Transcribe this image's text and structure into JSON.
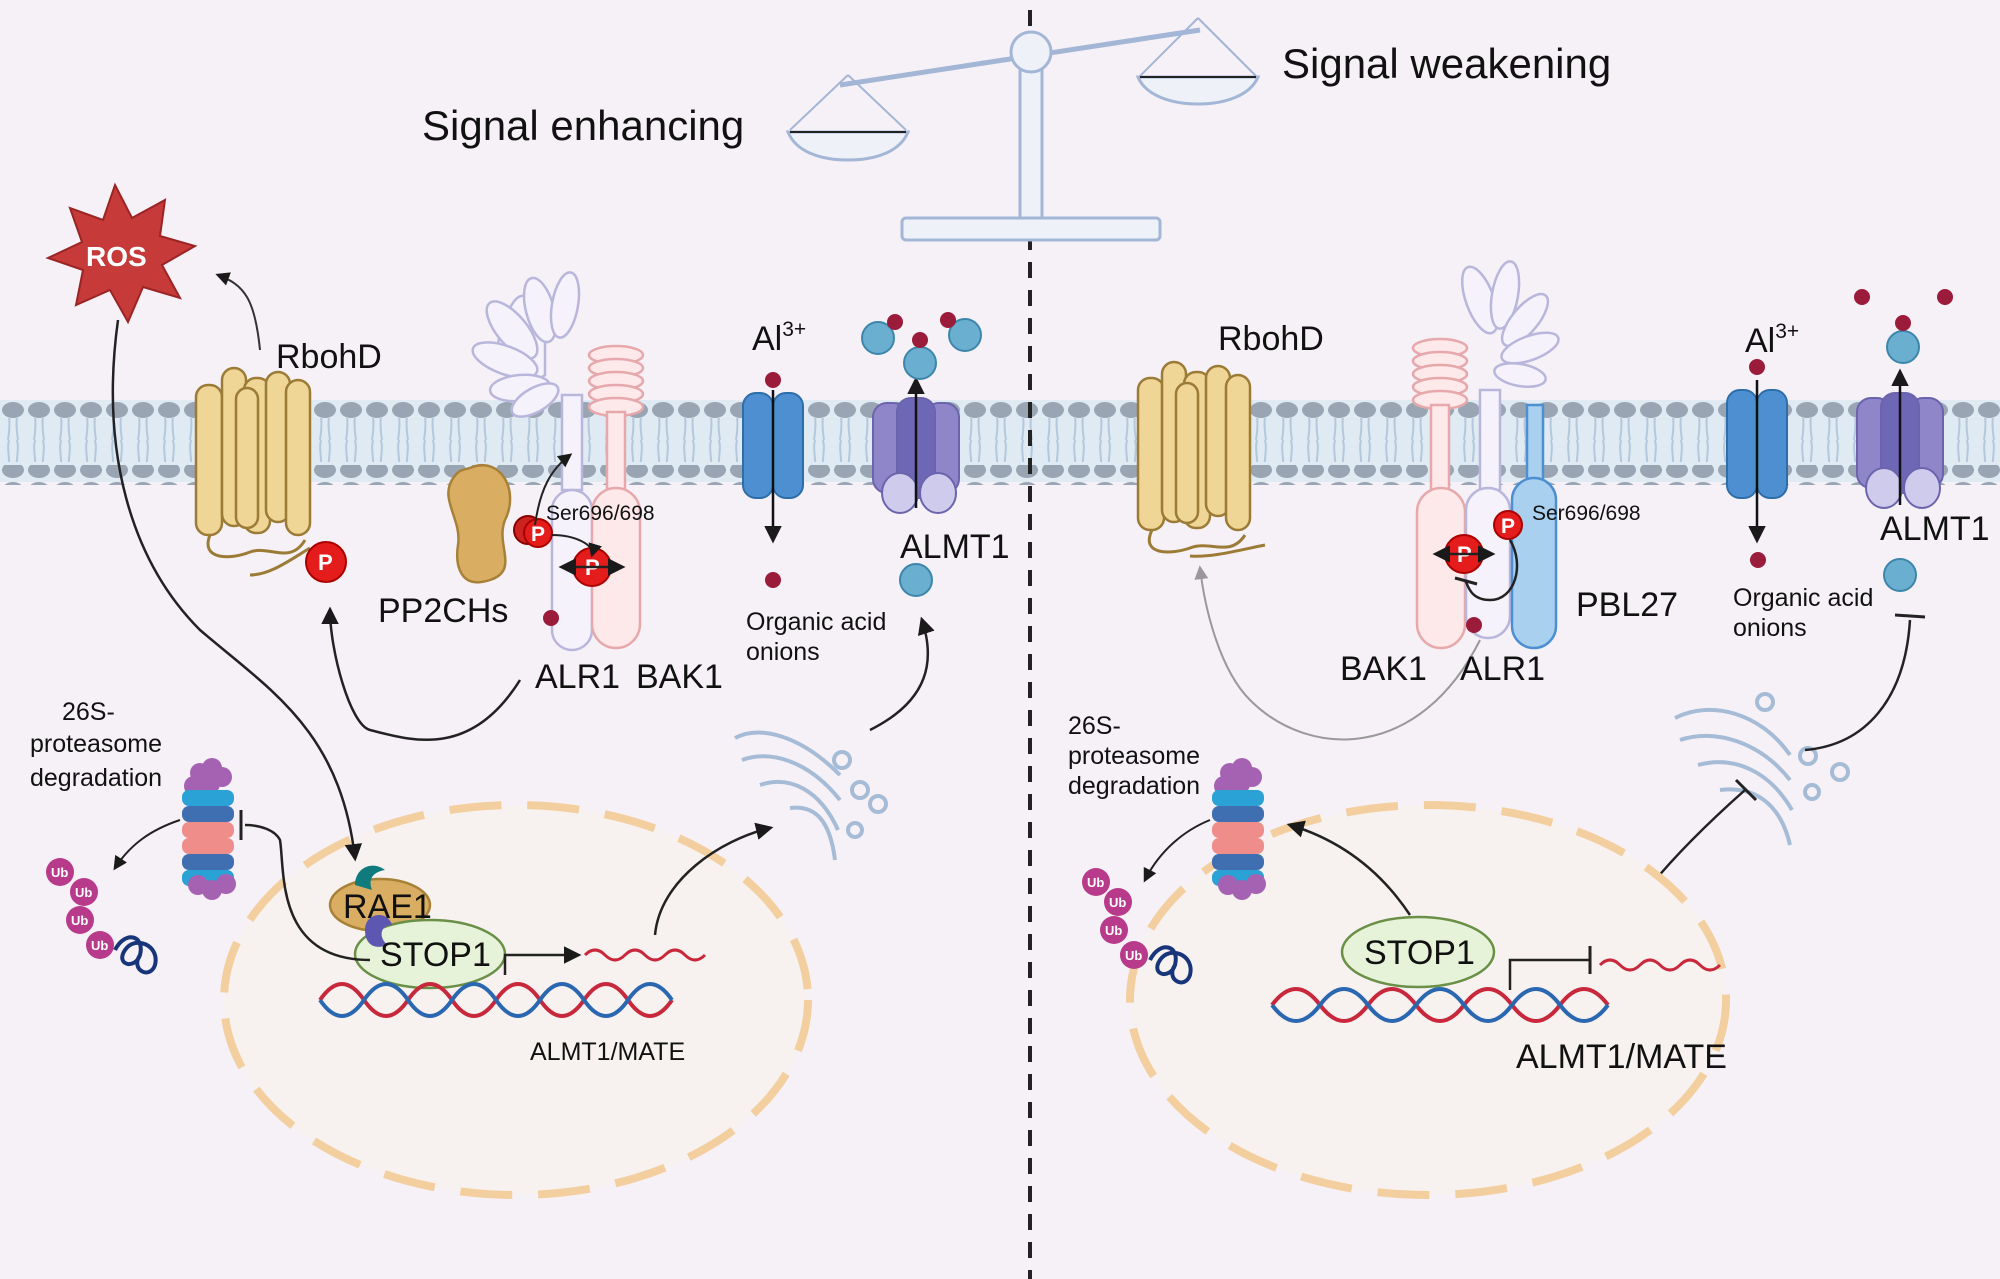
{
  "title_left": "Signal enhancing",
  "title_right": "Signal weakening",
  "left": {
    "ros": "ROS",
    "rbohd": "RbohD",
    "pp2chs": "PP2CHs",
    "ser": "Ser696/698",
    "alr1": "ALR1",
    "bak1": "BAK1",
    "al_base": "Al",
    "al_sup": "3+",
    "almt1": "ALMT1",
    "organic_acid_1": "Organic acid",
    "organic_acid_2": "onions",
    "proteasome_1": "26S-",
    "proteasome_2": "proteasome",
    "proteasome_3": "degradation",
    "rae1": "RAE1",
    "stop1": "STOP1",
    "gene": "ALMT1/MATE",
    "p": "P",
    "ub": "Ub"
  },
  "right": {
    "rbohd": "RbohD",
    "ser": "Ser696/698",
    "bak1": "BAK1",
    "alr1": "ALR1",
    "pbl27": "PBL27",
    "al_base": "Al",
    "al_sup": "3+",
    "almt1": "ALMT1",
    "organic_acid_1": "Organic acid",
    "organic_acid_2": "onions",
    "proteasome_1": "26S-",
    "proteasome_2": "proteasome",
    "proteasome_3": "degradation",
    "stop1": "STOP1",
    "gene": "ALMT1/MATE",
    "p": "P",
    "ub": "Ub"
  },
  "colors": {
    "background": "#f6f1f7",
    "membrane_head": "#9aa5b4",
    "membrane_tail": "#c6d7e6",
    "nucleus_fill": "#f7f2f0",
    "nucleus_border": "#f3cf9f",
    "phospho": "#e51c1c",
    "ros": "#c73a3a",
    "al_ion": "#9b1b3a",
    "organic_anion": "#6aaed0",
    "channel": "#4d8fd1",
    "almt1": "#8e86c9",
    "rbohd": "#efd596",
    "dna_red": "#c8283c",
    "dna_blue": "#2a67b0"
  }
}
